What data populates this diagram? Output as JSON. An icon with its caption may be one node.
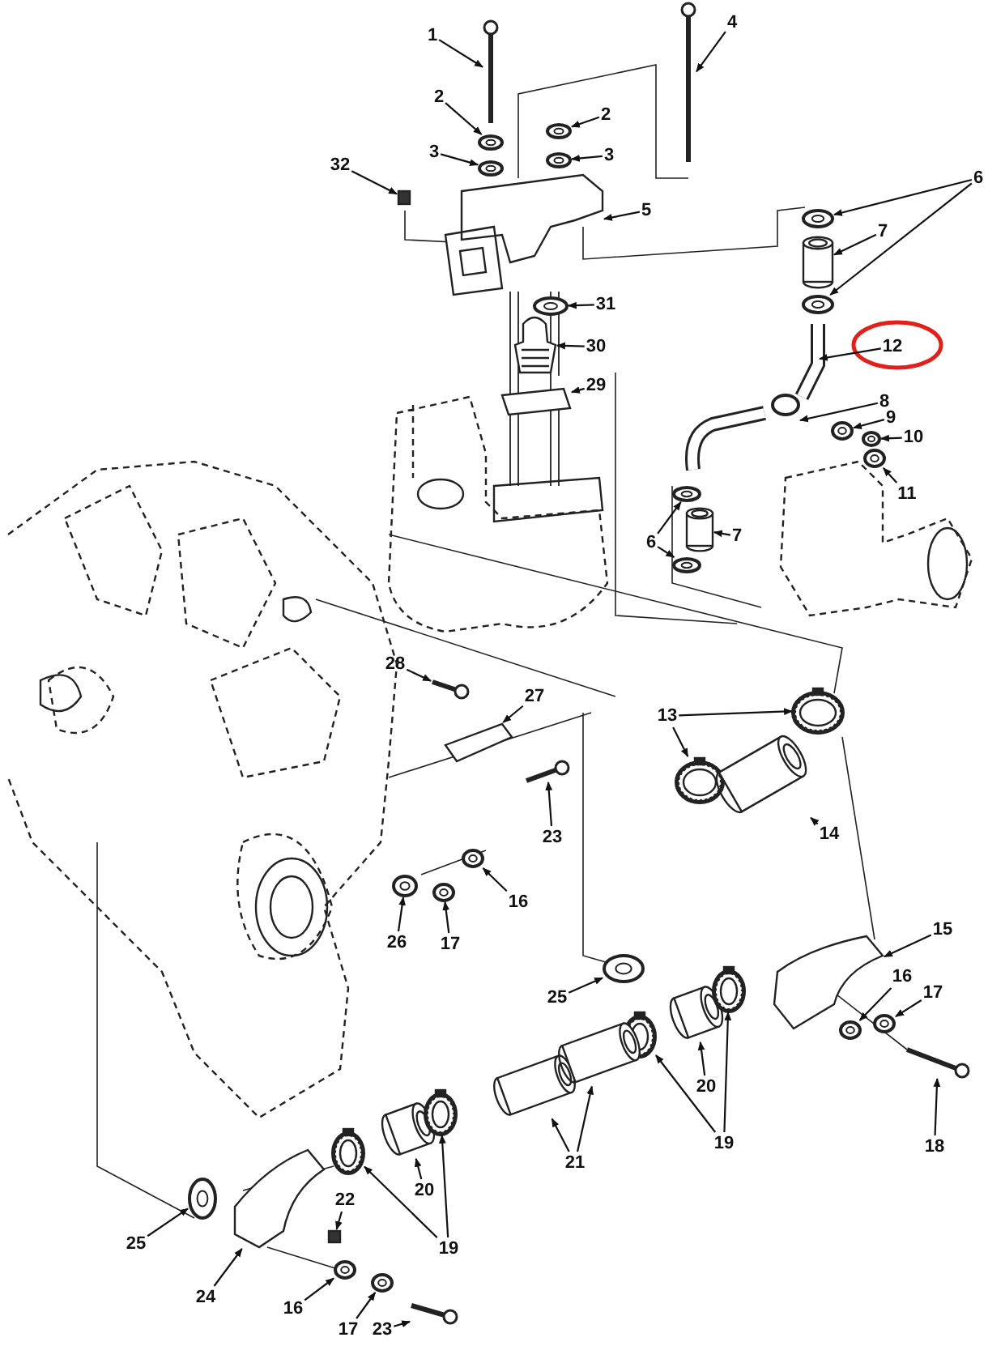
{
  "diagram": {
    "nodes": [
      {
        "text": [
          "1"
        ]
      },
      {
        "text": [
          "4"
        ]
      },
      {
        "text": [
          "2"
        ]
      },
      {
        "text": [
          "3"
        ]
      },
      {
        "text": [
          "2"
        ]
      },
      {
        "text": [
          "3"
        ]
      },
      {
        "text": [
          "32"
        ]
      },
      {
        "text": [
          "5"
        ]
      },
      {
        "text": [
          "6"
        ]
      },
      {
        "text": [
          "7"
        ]
      },
      {
        "text": [
          "31"
        ]
      },
      {
        "text": [
          "30"
        ]
      },
      {
        "text": [
          "29"
        ]
      },
      {
        "text": [
          "12"
        ]
      },
      {
        "text": [
          "8"
        ]
      },
      {
        "text": [
          "9"
        ]
      },
      {
        "text": [
          "10"
        ]
      },
      {
        "text": [
          "11"
        ]
      },
      {
        "text": [
          "6"
        ]
      },
      {
        "text": [
          "7"
        ]
      },
      {
        "text": [
          "28"
        ]
      },
      {
        "text": [
          "27"
        ]
      },
      {
        "text": [
          "13"
        ]
      },
      {
        "text": [
          "14"
        ]
      },
      {
        "text": [
          "23"
        ]
      },
      {
        "text": [
          "26"
        ]
      },
      {
        "text": [
          "17"
        ]
      },
      {
        "text": [
          "16"
        ]
      },
      {
        "text": [
          "15"
        ]
      },
      {
        "text": [
          "25"
        ]
      },
      {
        "text": [
          "16"
        ]
      },
      {
        "text": [
          "17"
        ]
      },
      {
        "text": [
          "18"
        ]
      },
      {
        "text": [
          "20"
        ]
      },
      {
        "text": [
          "19"
        ]
      },
      {
        "text": [
          "21"
        ]
      },
      {
        "text": [
          "20"
        ]
      },
      {
        "text": [
          "19"
        ]
      },
      {
        "text": [
          "22"
        ]
      },
      {
        "text": [
          "25"
        ]
      },
      {
        "text": [
          "24"
        ]
      },
      {
        "text": [
          "16"
        ]
      },
      {
        "text": [
          "17"
        ]
      },
      {
        "text": [
          "23"
        ]
      },
      {
        "text": [],
        "shape": "picture"
      },
      {
        "text": [],
        "shape": "picture"
      },
      {
        "text": [],
        "shape": "circle"
      },
      {
        "text": [],
        "shape": "circle"
      },
      {
        "text": [],
        "shape": "circle"
      },
      {
        "text": [],
        "shape": "circle"
      },
      {
        "text": [],
        "shape": "box"
      },
      {
        "text": [],
        "shape": "picture"
      },
      {
        "text": [],
        "shape": "circle"
      },
      {
        "text": [],
        "shape": "circle"
      },
      {
        "text": [],
        "shape": "cylinder"
      },
      {
        "text": [],
        "shape": "circle"
      },
      {
        "text": [],
        "shape": "picture"
      },
      {
        "text": [],
        "shape": "picture"
      },
      {
        "text": [],
        "shape": "picture"
      },
      {
        "text": [],
        "shape": "picture"
      },
      {
        "text": [],
        "shape": "circle"
      },
      {
        "text": [],
        "shape": "circle"
      },
      {
        "text": [],
        "shape": "circle"
      },
      {
        "text": [],
        "shape": "circle"
      },
      {
        "text": [],
        "shape": "circle"
      },
      {
        "text": [],
        "shape": "cylinder"
      },
      {
        "text": [],
        "shape": "picture"
      },
      {
        "text": [],
        "shape": "picture"
      },
      {
        "text": [],
        "shape": "picture"
      },
      {
        "text": [],
        "shape": "picture"
      },
      {
        "text": [],
        "shape": "cylinder"
      },
      {
        "text": [],
        "shape": "picture"
      },
      {
        "text": [],
        "shape": "circle"
      },
      {
        "text": [],
        "shape": "circle"
      },
      {
        "text": [],
        "shape": "circle"
      },
      {
        "text": [],
        "shape": "picture"
      },
      {
        "text": [],
        "shape": "circle"
      },
      {
        "text": [],
        "shape": "circle"
      },
      {
        "text": [],
        "shape": "circle"
      },
      {
        "text": [],
        "shape": "picture"
      },
      {
        "text": [],
        "shape": "cylinder"
      },
      {
        "text": [],
        "shape": "picture"
      },
      {
        "text": [],
        "shape": "picture"
      },
      {
        "text": [],
        "shape": "cylinder"
      },
      {
        "text": [],
        "shape": "cylinder"
      },
      {
        "text": [],
        "shape": "cylinder"
      },
      {
        "text": [],
        "shape": "picture"
      },
      {
        "text": [],
        "shape": "picture"
      },
      {
        "text": [],
        "shape": "box"
      },
      {
        "text": [],
        "shape": "circle"
      },
      {
        "text": [],
        "shape": "picture"
      },
      {
        "text": [],
        "shape": "circle"
      },
      {
        "text": [],
        "shape": "circle"
      },
      {
        "text": [],
        "shape": "picture"
      }
    ],
    "edges": [
      {
        "from": 0,
        "to": 44,
        "arrow": "to"
      },
      {
        "from": 1,
        "to": 45,
        "arrow": "to"
      },
      {
        "from": 2,
        "to": 46,
        "arrow": "to"
      },
      {
        "from": 3,
        "to": 47,
        "arrow": "to"
      },
      {
        "from": 4,
        "to": 48,
        "arrow": "to"
      },
      {
        "from": 5,
        "to": 49,
        "arrow": "to"
      },
      {
        "from": 6,
        "to": 50,
        "arrow": "to"
      },
      {
        "from": 7,
        "to": 51,
        "arrow": "to"
      },
      {
        "from": 8,
        "to": 52,
        "arrow": "to"
      },
      {
        "from": 8,
        "to": 53,
        "arrow": "to"
      },
      {
        "from": 9,
        "to": 54,
        "arrow": "to"
      },
      {
        "from": 10,
        "to": 55,
        "arrow": "to"
      },
      {
        "from": 11,
        "to": 56,
        "arrow": "to"
      },
      {
        "from": 12,
        "to": 57,
        "arrow": "to"
      },
      {
        "from": 13,
        "to": 58,
        "arrow": "to"
      },
      {
        "from": 14,
        "to": 59,
        "arrow": "to"
      },
      {
        "from": 15,
        "to": 60,
        "arrow": "to"
      },
      {
        "from": 16,
        "to": 61,
        "arrow": "to"
      },
      {
        "from": 17,
        "to": 62,
        "arrow": "to"
      },
      {
        "from": 18,
        "to": 63,
        "arrow": "to"
      },
      {
        "from": 18,
        "to": 64,
        "arrow": "to"
      },
      {
        "from": 19,
        "to": 65,
        "arrow": "to"
      },
      {
        "from": 20,
        "to": 66,
        "arrow": "to"
      },
      {
        "from": 21,
        "to": 67,
        "arrow": "to"
      },
      {
        "from": 22,
        "to": 68,
        "arrow": "to"
      },
      {
        "from": 22,
        "to": 69,
        "arrow": "to"
      },
      {
        "from": 23,
        "to": 70,
        "arrow": "to"
      },
      {
        "from": 24,
        "to": 71,
        "arrow": "to"
      },
      {
        "from": 25,
        "to": 72,
        "arrow": "to"
      },
      {
        "from": 26,
        "to": 73,
        "arrow": "to"
      },
      {
        "from": 27,
        "to": 74,
        "arrow": "to"
      },
      {
        "from": 28,
        "to": 75,
        "arrow": "to"
      },
      {
        "from": 29,
        "to": 76,
        "arrow": "to"
      },
      {
        "from": 30,
        "to": 77,
        "arrow": "to"
      },
      {
        "from": 31,
        "to": 78,
        "arrow": "to"
      },
      {
        "from": 32,
        "to": 79,
        "arrow": "to"
      },
      {
        "from": 33,
        "to": 80,
        "arrow": "to"
      },
      {
        "from": 34,
        "to": 81,
        "arrow": "to"
      },
      {
        "from": 34,
        "to": 82,
        "arrow": "to"
      },
      {
        "from": 35,
        "to": 83,
        "arrow": "to"
      },
      {
        "from": 35,
        "to": 84,
        "arrow": "to"
      },
      {
        "from": 36,
        "to": 85,
        "arrow": "to"
      },
      {
        "from": 37,
        "to": 86,
        "arrow": "to"
      },
      {
        "from": 37,
        "to": 87,
        "arrow": "to"
      },
      {
        "from": 38,
        "to": 88,
        "arrow": "to"
      },
      {
        "from": 39,
        "to": 89,
        "arrow": "to"
      },
      {
        "from": 40,
        "to": 90,
        "arrow": "to"
      },
      {
        "from": 41,
        "to": 91,
        "arrow": "to"
      },
      {
        "from": 42,
        "to": 92,
        "arrow": "to"
      },
      {
        "from": 43,
        "to": 93,
        "arrow": "to"
      }
    ]
  }
}
